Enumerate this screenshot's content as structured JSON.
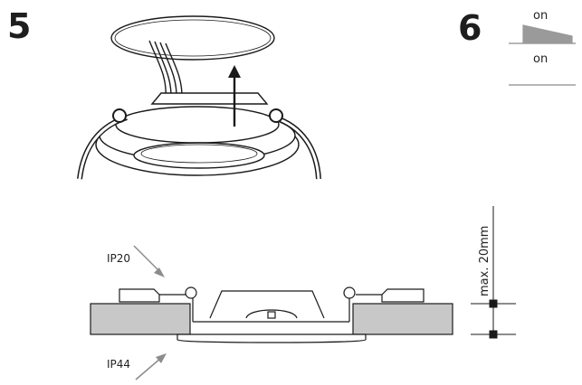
{
  "steps": {
    "five": "5",
    "six": "6"
  },
  "switch": {
    "top_label": "on",
    "bottom_label": "on"
  },
  "section": {
    "ip_top": "IP20",
    "ip_bottom": "IP44",
    "dimension": "max. 20mm"
  },
  "colors": {
    "ink": "#1a1a1a",
    "ceiling_fill": "#c8c8c8",
    "switch_fill": "#9a9a9a",
    "arrow_gray": "#8c8c8c"
  }
}
